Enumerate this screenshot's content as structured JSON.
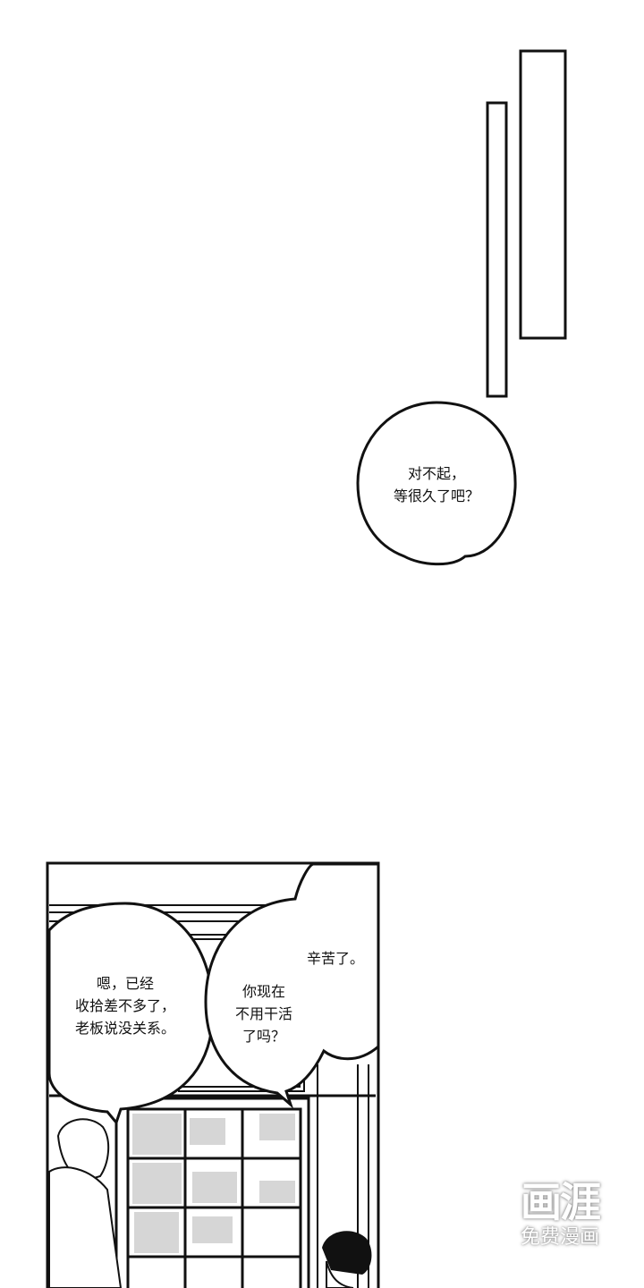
{
  "bubbles": {
    "top": {
      "lines": [
        "对不起，",
        "等很久了吧？"
      ]
    },
    "left": {
      "lines": [
        "嗯，已经",
        "收拾差不多了，",
        "老板说没关系。"
      ]
    },
    "right_top": {
      "lines": [
        "辛苦了。"
      ]
    },
    "right": {
      "lines": [
        "你现在",
        "不用干活",
        "了吗？"
      ]
    }
  },
  "watermark": {
    "logo": "画涯",
    "tagline": "免费漫画"
  },
  "colors": {
    "ink": "#111111",
    "paper": "#ffffff"
  }
}
